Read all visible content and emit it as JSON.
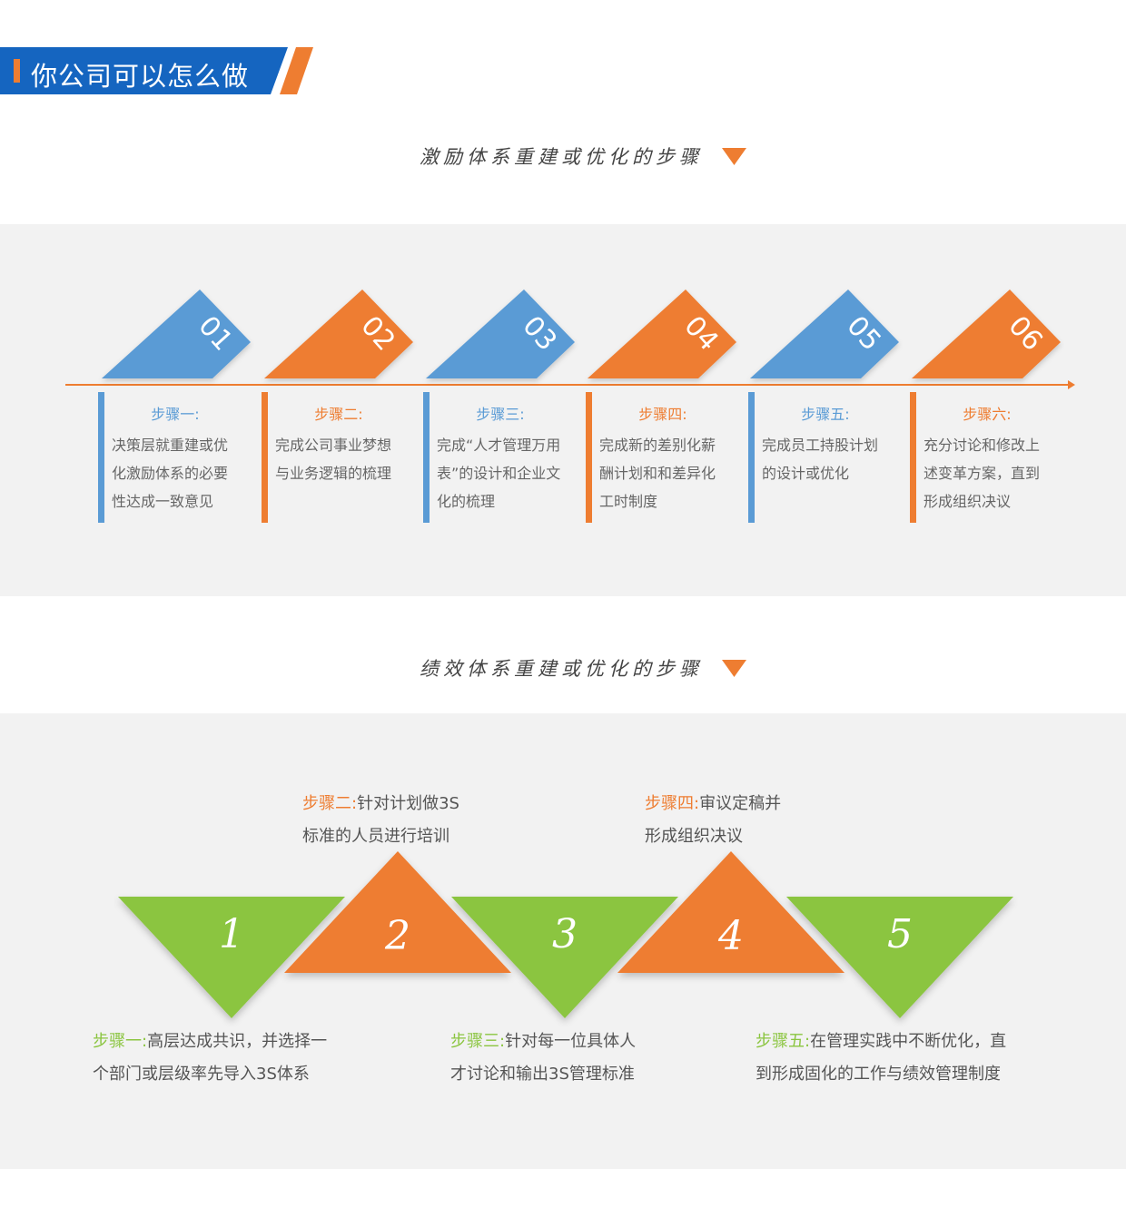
{
  "header": {
    "title": "你公司可以怎么做"
  },
  "colors": {
    "blue": "#4a90d9",
    "orange": "#ee7d31",
    "green": "#8bc540",
    "panel": "#f2f2f2"
  },
  "icons": {
    "section_marker": "down-triangle-icon"
  },
  "incentive": {
    "title": "激励体系重建或优化的步骤",
    "steps": [
      {
        "num": "01",
        "title": "步骤一:",
        "lines": [
          "决策层就重建或优",
          "化激励体系的必要",
          "性达成一致意见"
        ]
      },
      {
        "num": "02",
        "title": "步骤二:",
        "lines": [
          "完成公司事业梦想",
          "与业务逻辑的梳理"
        ]
      },
      {
        "num": "03",
        "title": "步骤三:",
        "lines": [
          "完成“人才管理万用",
          "表”的设计和企业文",
          "化的梳理"
        ]
      },
      {
        "num": "04",
        "title": "步骤四:",
        "lines": [
          "完成新的差别化薪",
          "酬计划和和差异化",
          "工时制度"
        ]
      },
      {
        "num": "05",
        "title": "步骤五:",
        "lines": [
          "完成员工持股计划",
          "的设计或优化"
        ]
      },
      {
        "num": "06",
        "title": "步骤六:",
        "lines": [
          "充分讨论和修改上",
          "述变革方案，直到",
          "形成组织决议"
        ]
      }
    ]
  },
  "performance": {
    "title": "绩效体系重建或优化的步骤",
    "numbers": [
      "1",
      "2",
      "3",
      "4",
      "5"
    ],
    "steps": [
      {
        "label": "步骤一:",
        "line1": "高层达成共识，并选择一",
        "line2": "个部门或层级率先导入3S体系"
      },
      {
        "label": "步骤二:",
        "line1": "针对计划做3S",
        "line2": "标准的人员进行培训"
      },
      {
        "label": "步骤三:",
        "line1": "针对每一位具体人",
        "line2": "才讨论和输出3S管理标准"
      },
      {
        "label": "步骤四:",
        "line1": "审议定稿并",
        "line2": "形成组织决议"
      },
      {
        "label": "步骤五:",
        "line1": "在管理实践中不断优化，直",
        "line2": "到形成固化的工作与绩效管理制度"
      }
    ]
  }
}
